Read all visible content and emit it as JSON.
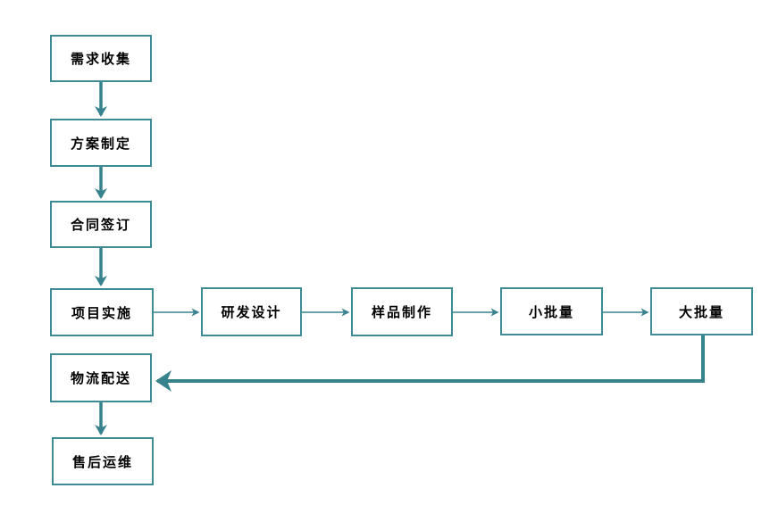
{
  "flowchart": {
    "background_color": "#ffffff",
    "box_border_color": "#3f8b94",
    "arrow_color": "#36828d",
    "text_color": "#000000",
    "nodes": [
      {
        "id": "requirements-collection",
        "label": "需求收集"
      },
      {
        "id": "plan-formulation",
        "label": "方案制定"
      },
      {
        "id": "contract-signing",
        "label": "合同签订"
      },
      {
        "id": "project-implementation",
        "label": "项目实施"
      },
      {
        "id": "rd-design",
        "label": "研发设计"
      },
      {
        "id": "sample-production",
        "label": "样品制作"
      },
      {
        "id": "small-batch",
        "label": "小批量"
      },
      {
        "id": "large-batch",
        "label": "大批量"
      },
      {
        "id": "logistics-delivery",
        "label": "物流配送"
      },
      {
        "id": "after-sales-operations",
        "label": "售后运维"
      }
    ],
    "edges": [
      {
        "from": "需求收集",
        "to": "方案制定"
      },
      {
        "from": "方案制定",
        "to": "合同签订"
      },
      {
        "from": "合同签订",
        "to": "项目实施"
      },
      {
        "from": "项目实施",
        "to": "研发设计"
      },
      {
        "from": "研发设计",
        "to": "样品制作"
      },
      {
        "from": "样品制作",
        "to": "小批量"
      },
      {
        "from": "小批量",
        "to": "大批量"
      },
      {
        "from": "大批量",
        "to": "物流配送"
      },
      {
        "from": "物流配送",
        "to": "售后运维"
      }
    ]
  }
}
